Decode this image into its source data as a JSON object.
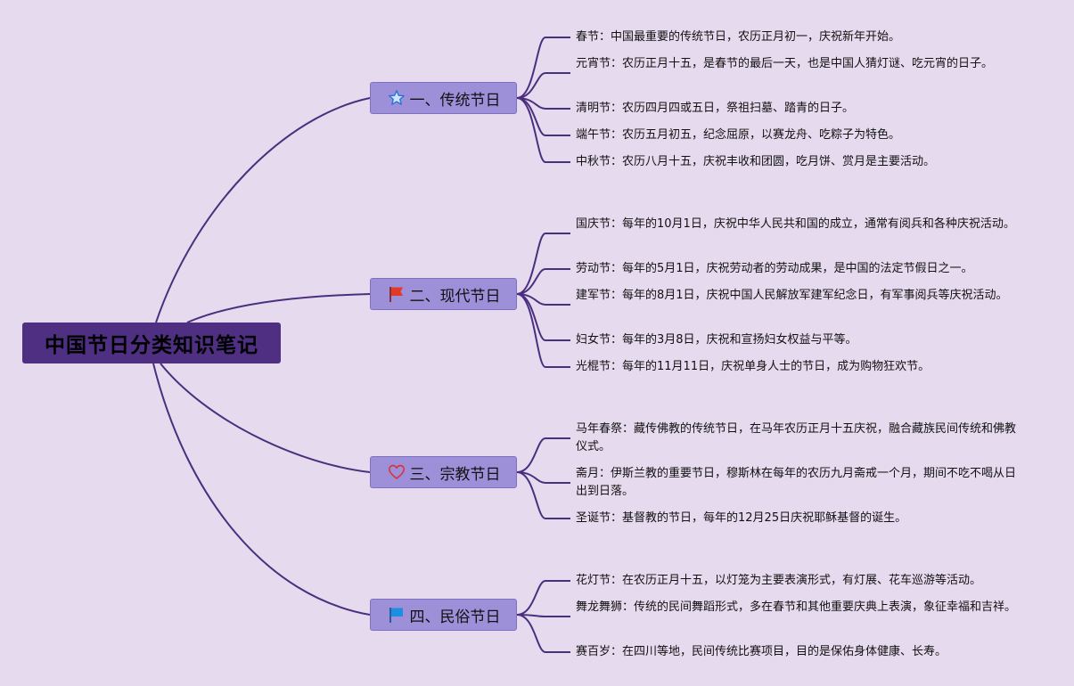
{
  "root": {
    "title": "中国节日分类知识笔记"
  },
  "colors": {
    "background": "#e6daee",
    "root": "#4e2f82",
    "branch": "#9d90d9",
    "line": "#4a2f7e"
  },
  "branches": [
    {
      "label": "一、传统节日",
      "icon": "star-icon",
      "items": [
        "春节：中国最重要的传统节日，农历正月初一，庆祝新年开始。",
        "元宵节：农历正月十五，是春节的最后一天，也是中国人猜灯谜、吃元宵的日子。",
        "清明节：农历四月四或五日，祭祖扫墓、踏青的日子。",
        "端午节：农历五月初五，纪念屈原，以赛龙舟、吃粽子为特色。",
        "中秋节：农历八月十五，庆祝丰收和团圆，吃月饼、赏月是主要活动。"
      ]
    },
    {
      "label": "二、现代节日",
      "icon": "red-flag-icon",
      "items": [
        "国庆节：每年的10月1日，庆祝中华人民共和国的成立，通常有阅兵和各种庆祝活动。",
        "劳动节：每年的5月1日，庆祝劳动者的劳动成果，是中国的法定节假日之一。",
        "建军节：每年的8月1日，庆祝中国人民解放军建军纪念日，有军事阅兵等庆祝活动。",
        "妇女节：每年的3月8日，庆祝和宣扬妇女权益与平等。",
        "光棍节：每年的11月11日，庆祝单身人士的节日，成为购物狂欢节。"
      ]
    },
    {
      "label": "三、宗教节日",
      "icon": "heart-icon",
      "items": [
        "马年春祭：藏传佛教的传统节日，在马年农历正月十五庆祝，融合藏族民间传统和佛教仪式。",
        "斋月：伊斯兰教的重要节日，穆斯林在每年的农历九月斋戒一个月，期间不吃不喝从日出到日落。",
        "圣诞节：基督教的节日，每年的12月25日庆祝耶稣基督的诞生。"
      ]
    },
    {
      "label": "四、民俗节日",
      "icon": "blue-flag-icon",
      "items": [
        "花灯节：在农历正月十五，以灯笼为主要表演形式，有灯展、花车巡游等活动。",
        "舞龙舞狮：传统的民间舞蹈形式，多在春节和其他重要庆典上表演，象征幸福和吉祥。",
        "赛百岁：在四川等地，民间传统比赛项目，目的是保佑身体健康、长寿。"
      ]
    }
  ]
}
